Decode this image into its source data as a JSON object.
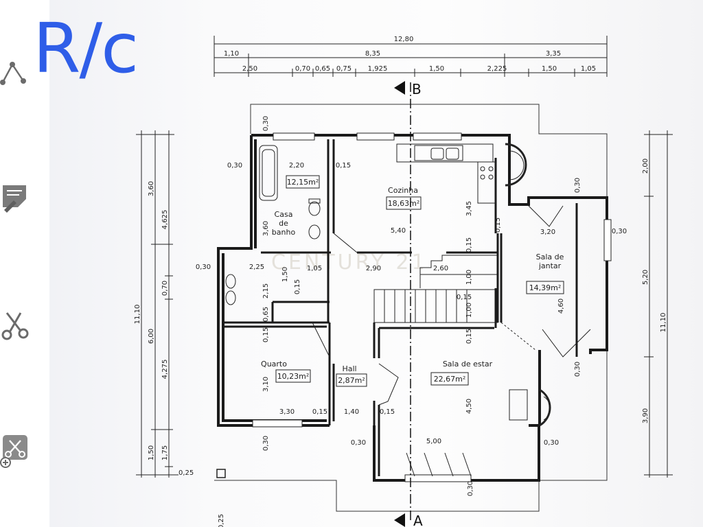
{
  "level_title": "R/c",
  "watermark": "CENTURY 21",
  "sidebar_tools": [
    {
      "icon": "polyline-measure-icon"
    },
    {
      "icon": "area-edit-icon"
    },
    {
      "icon": "scissors-icon"
    },
    {
      "icon": "cut-add-icon"
    }
  ],
  "section_markers": {
    "top": "B",
    "bottom": "A"
  },
  "rooms": [
    {
      "name": "Casa\nde\nbanho",
      "area": "12,15m²"
    },
    {
      "name": "Cozinha",
      "area": "18,63m²"
    },
    {
      "name": "Sala  de\njantar",
      "area": "14,39m²"
    },
    {
      "name": "Quarto",
      "area": "10,23m²"
    },
    {
      "name": "Hall",
      "area": "2,87m²"
    },
    {
      "name": "Sala  de  estar",
      "area": "22,67m²"
    }
  ],
  "top_dims": {
    "total": "12,80",
    "row2": [
      "1,10",
      "8,35",
      "3,35"
    ],
    "row3": [
      "2,50",
      "0,70",
      "0,65",
      "0,75",
      "1,925",
      "1,50",
      "2,225",
      "1,50",
      "1,05"
    ]
  },
  "left_dims": {
    "total": "11,10",
    "col2": [
      "3,60",
      "6,00",
      "1,50"
    ],
    "col3": [
      "4,625",
      "0,70",
      "4,275",
      "1,75",
      "0,25"
    ]
  },
  "right_dims": {
    "total": "11,10",
    "col2": [
      "2,00",
      "5,20",
      "3,90"
    ]
  },
  "interior_dims": [
    "0,30",
    "0,30",
    "2,20",
    "0,15",
    "5,40",
    "3,45",
    "0,15",
    "0,30",
    "3,20",
    "0,30",
    "3,60",
    "0,30",
    "2,25",
    "1,50",
    "1,05",
    "2,90",
    "2,60",
    "0,15",
    "2,15",
    "0,15",
    "1,00",
    "0,15",
    "1,00",
    "0,65",
    "0,15",
    "4,60",
    "0,15",
    "3,10",
    "0,30",
    "3,30",
    "0,15",
    "1,40",
    "0,15",
    "4,50",
    "0,30",
    "5,00",
    "0,30",
    "0,30",
    "0,30",
    "0,25"
  ]
}
